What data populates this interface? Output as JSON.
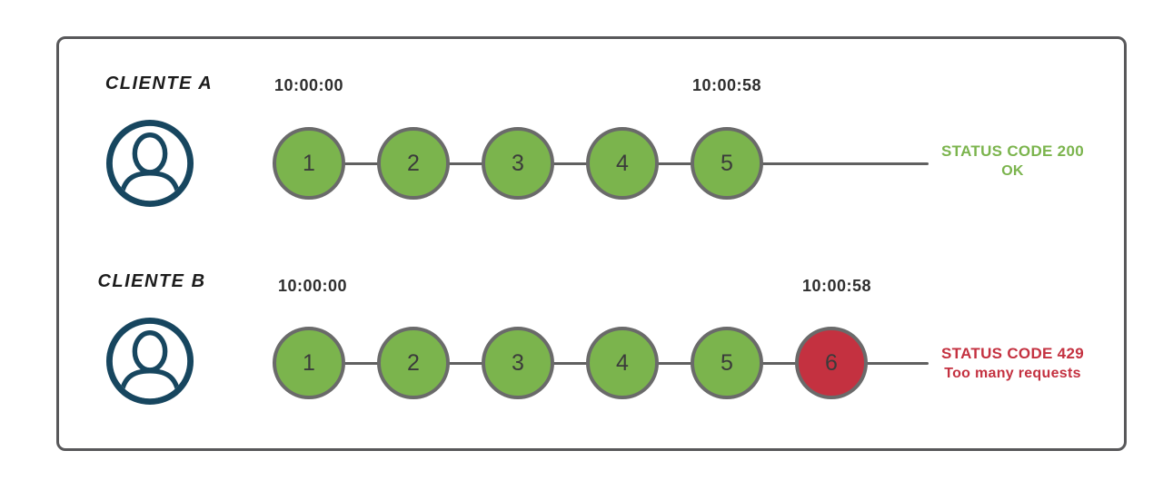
{
  "colors": {
    "success": "#7BB44D",
    "error": "#C43140",
    "avatar": "#17465F",
    "line": "#606060",
    "circle-border": "#6A6A6A",
    "timestamp": "#2E2E2E",
    "label": "#1C1C1C",
    "box-border": "#58585A"
  },
  "rows": [
    {
      "client_label": "CLIENTE A",
      "start_time": "10:00:00",
      "end_time": "10:00:58",
      "requests": [
        "1",
        "2",
        "3",
        "4",
        "5"
      ],
      "status_code_line": "STATUS CODE 200",
      "status_message_line": "OK"
    },
    {
      "client_label": "CLIENTE B",
      "start_time": "10:00:00",
      "end_time": "10:00:58",
      "requests": [
        "1",
        "2",
        "3",
        "4",
        "5",
        "6"
      ],
      "status_code_line": "STATUS CODE 429",
      "status_message_line": "Too many requests"
    }
  ],
  "icons": {
    "avatar": "user-circle-icon"
  }
}
